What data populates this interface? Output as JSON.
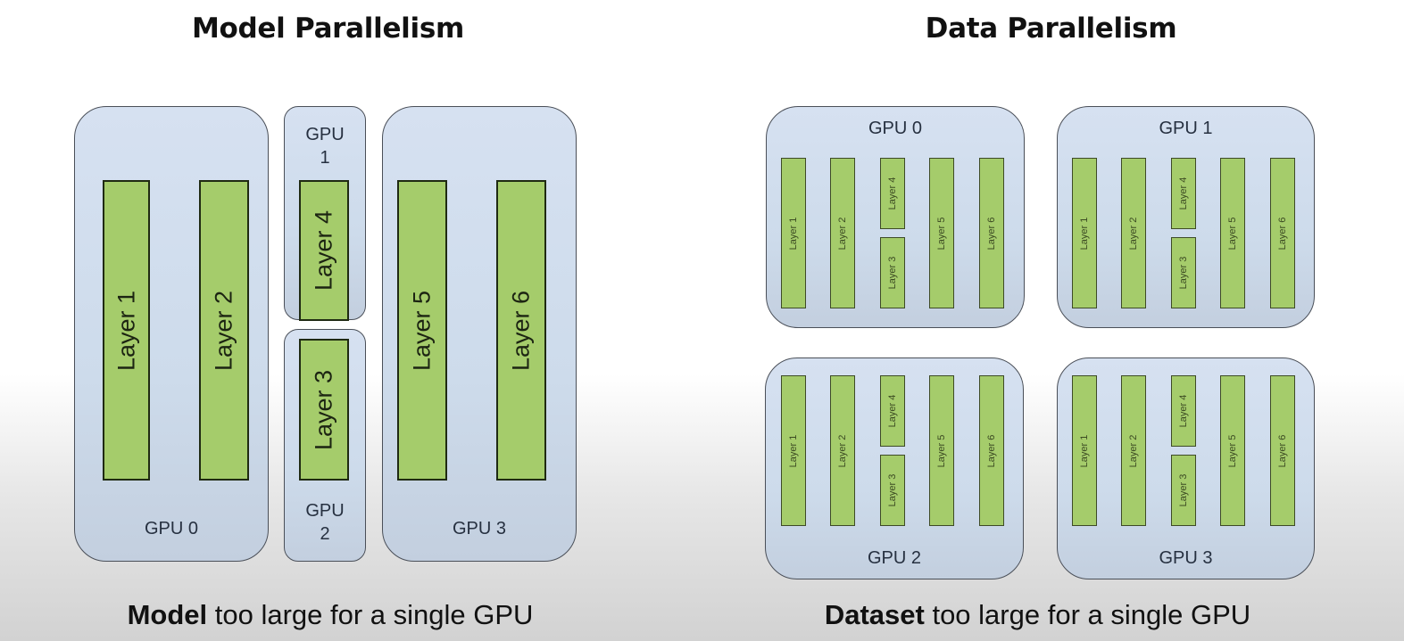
{
  "model_parallelism": {
    "title": "Model Parallelism",
    "caption_bold": "Model",
    "caption_rest": " too large for a single GPU",
    "gpus": [
      {
        "label": "GPU 0",
        "layers": [
          "Layer 1",
          "Layer 2"
        ]
      },
      {
        "label_line1": "GPU",
        "label_line2": "1",
        "layers": [
          "Layer 4"
        ]
      },
      {
        "label_line1": "GPU",
        "label_line2": "2",
        "layers": [
          "Layer 3"
        ]
      },
      {
        "label": "GPU 3",
        "layers": [
          "Layer 5",
          "Layer 6"
        ]
      }
    ]
  },
  "data_parallelism": {
    "title": "Data Parallelism",
    "caption_bold": "Dataset",
    "caption_rest": " too large for a single GPU",
    "gpus": [
      {
        "label": "GPU 0",
        "layers": [
          "Layer 1",
          "Layer 2",
          "Layer 4",
          "Layer 3",
          "Layer 5",
          "Layer 6"
        ]
      },
      {
        "label": "GPU 1",
        "layers": [
          "Layer 1",
          "Layer 2",
          "Layer 4",
          "Layer 3",
          "Layer 5",
          "Layer 6"
        ]
      },
      {
        "label": "GPU 2",
        "layers": [
          "Layer 1",
          "Layer 2",
          "Layer 4",
          "Layer 3",
          "Layer 5",
          "Layer 6"
        ]
      },
      {
        "label": "GPU 3",
        "layers": [
          "Layer 1",
          "Layer 2",
          "Layer 4",
          "Layer 3",
          "Layer 5",
          "Layer 6"
        ]
      }
    ]
  }
}
